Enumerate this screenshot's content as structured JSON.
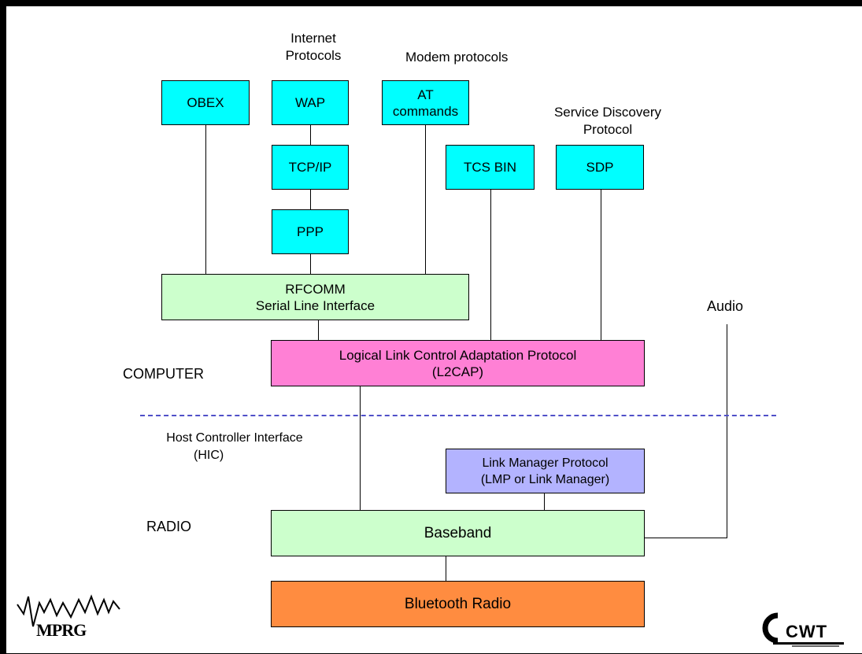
{
  "labels": {
    "internet_protocols": [
      "Internet",
      "Protocols"
    ],
    "modem_protocols": "Modem protocols",
    "sdp_caption": [
      "Service Discovery",
      "Protocol"
    ],
    "audio": "Audio",
    "computer": "COMPUTER",
    "radio": "RADIO",
    "hci": [
      "Host Controller Interface",
      "(HIC)"
    ]
  },
  "boxes": {
    "obex": "OBEX",
    "wap": "WAP",
    "at_commands": [
      "AT",
      "commands"
    ],
    "tcpip": "TCP/IP",
    "ppp": "PPP",
    "tcs_bin": "TCS BIN",
    "sdp": "SDP",
    "rfcomm": [
      "RFCOMM",
      "Serial Line Interface"
    ],
    "l2cap": [
      "Logical Link Control Adaptation Protocol",
      "(L2CAP)"
    ],
    "lmp": [
      "Link Manager Protocol",
      "(LMP or Link Manager)"
    ],
    "baseband": "Baseband",
    "bluetooth_radio": "Bluetooth Radio"
  },
  "logos": {
    "mprg": "MPRG",
    "cwt": "CWT"
  },
  "colors": {
    "protocol_box": "#00ffff",
    "rfcomm_baseband": "#ccffcc",
    "l2cap": "#ff80d5",
    "lmp": "#b3b3ff",
    "radio": "#ff8c40",
    "divider": "#5050c8"
  }
}
